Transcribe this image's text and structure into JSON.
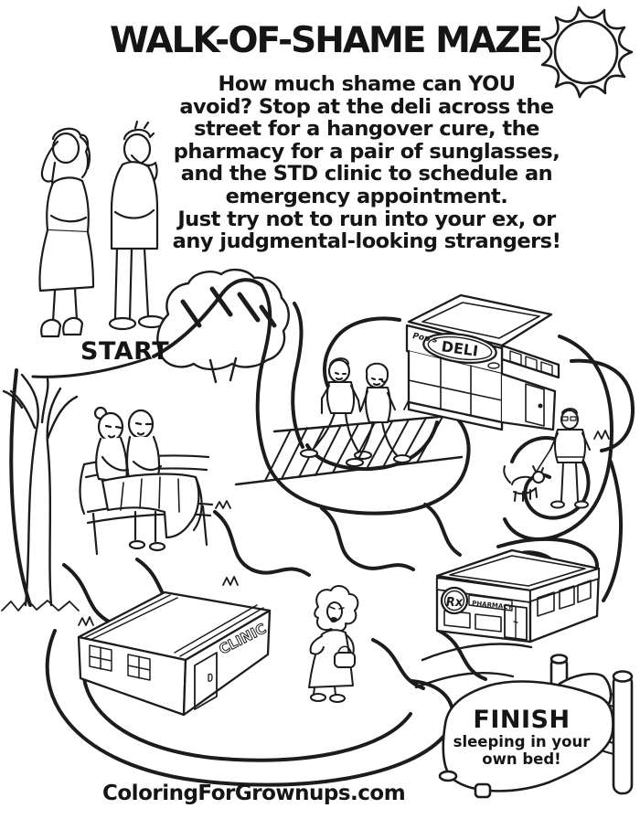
{
  "page": {
    "title": "WALK-OF-SHAME MAZE",
    "website": "ColoringForGrownups.com"
  },
  "instructions": {
    "lines": [
      "How much shame can YOU",
      "avoid? Stop at the deli across the",
      "street for a hangover cure, the",
      "pharmacy for a pair of sunglasses,",
      "and the STD clinic to schedule an",
      "emergency appointment.",
      "Just try not to run into your ex, or",
      "any judgmental-looking strangers!"
    ]
  },
  "labels": {
    "start": "START",
    "finish": "FINISH",
    "finish_sub1": "sleeping in your",
    "finish_sub2": "own bed!"
  },
  "signs": {
    "deli": "DELI",
    "deli_owner": "Pop's",
    "clinic": "CLINIC",
    "pharmacy_rx": "Rx",
    "pharmacy": "PHARMACY"
  },
  "colors": {
    "ink": "#1c1c1c",
    "paper": "#ffffff"
  }
}
